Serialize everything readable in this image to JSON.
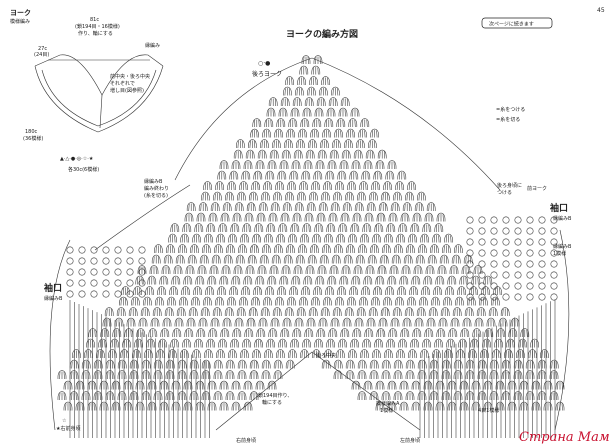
{
  "page_number": "45",
  "header_note": "次ページに続きます",
  "main_title": "ヨークの編み方図",
  "watermark": "Страна Мам",
  "schematic": {
    "label": "ヨーク",
    "technique": "模様編み",
    "top_measure": "81c",
    "top_detail": "(鎖194目・16模様)",
    "top_detail2": "作り、輪にする",
    "edge_label": "縁編み",
    "left_measure": "27c",
    "left_count": "(24目)",
    "center_note_1": "前中央・後ろ中央",
    "center_note_2": "それぞれで",
    "center_note_3": "増し目(図参照)",
    "bottom_measure": "180c",
    "bottom_count": "(36模様)",
    "symbols": "▲·△·●·◎·☆·★",
    "each": "各30c(6模様)"
  },
  "chart": {
    "start_marks": "○·●",
    "back_yoke": "後ろヨーク",
    "join_legend": "=糸をつける",
    "cut_legend": "=糸を切る",
    "left_edge_1": "縁編みB",
    "left_edge_2": "編み終わり",
    "left_edge_3": "(糸を切る)",
    "back_mark": "後ろ身頃に",
    "back_mark_2": "つける",
    "front_yoke": "前ヨーク",
    "sleeve_right": "袖口",
    "sleeve_right_sub": "縁編みB",
    "sleeve_right_rep": "縁編みB",
    "sleeve_right_rep2": "1模様",
    "sleeve_left": "袖口",
    "sleeve_left_sub": "縁編みB",
    "back_center": "後ろ中央",
    "bottom_note_1": "鎖194目作り、",
    "bottom_note_2": "輪にする",
    "pattern_a": "模様編みA",
    "pattern_a2": "1模様",
    "pattern_b": "4目1模様",
    "right_join": "右前身頃",
    "left_join": "左前身頃",
    "corner_left": "☆",
    "corner_left_2": "★右前身頃"
  }
}
